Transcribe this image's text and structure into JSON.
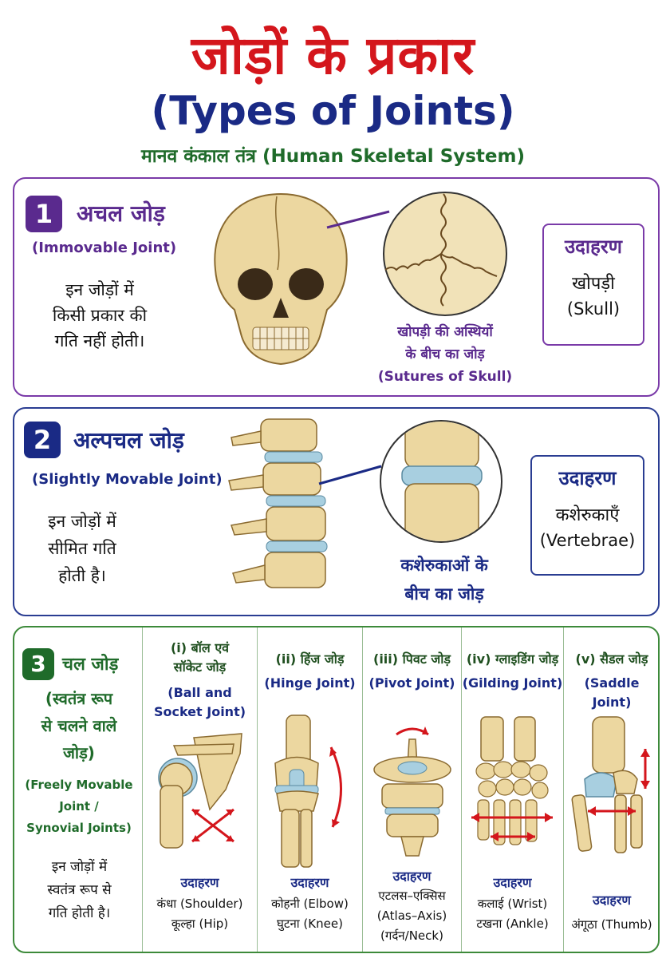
{
  "title": {
    "hindi": "जोड़ों के प्रकार",
    "english": "(Types of Joints)",
    "subtitle": "मानव कंकाल तंत्र (Human Skeletal System)"
  },
  "sections": [
    {
      "number": "1",
      "heading": "अचल जोड़",
      "subheading": "(Immovable Joint)",
      "description": [
        "इन जोड़ों में",
        "किसी प्रकार की",
        "गति नहीं होती।"
      ],
      "caption": [
        "खोपड़ी की अस्थियों",
        "के बीच का जोड़",
        "(Sutures of Skull)"
      ],
      "example_title": "उदाहरण",
      "example_hindi": "खोपड़ी",
      "example_english": "(Skull)"
    },
    {
      "number": "2",
      "heading": "अल्पचल जोड़",
      "subheading": "(Slightly Movable Joint)",
      "description": [
        "इन जोड़ों में",
        "सीमित गति",
        "होती है।"
      ],
      "caption": [
        "कशेरुकाओं के",
        "बीच का जोड़"
      ],
      "example_title": "उदाहरण",
      "example_hindi": "कशेरुकाएँ",
      "example_english": "(Vertebrae)"
    },
    {
      "number": "3",
      "heading": "चल जोड़",
      "heading_lines": [
        "(स्वतंत्र रूप",
        "से चलने वाले",
        "जोड़)"
      ],
      "subheading": [
        "(Freely Movable",
        "Joint /",
        "Synovial Joints)"
      ],
      "description": [
        "इन जोड़ों में",
        "स्वतंत्र रूप से",
        "गति होती है।"
      ],
      "types": [
        {
          "title": [
            "(i) बॉल एवं",
            "सॉकेट जोड़"
          ],
          "english": [
            "(Ball and",
            "Socket Joint)"
          ],
          "example_title": "उदाहरण",
          "examples": [
            "कंधा (Shoulder)",
            "कूल्हा (Hip)"
          ]
        },
        {
          "title": [
            "(ii) हिंज जोड़"
          ],
          "english": [
            "(Hinge Joint)"
          ],
          "example_title": "उदाहरण",
          "examples": [
            "कोहनी (Elbow)",
            "घुटना (Knee)"
          ]
        },
        {
          "title": [
            "(iii) पिवट जोड़"
          ],
          "english": [
            "(Pivot Joint)"
          ],
          "example_title": "उदाहरण",
          "examples": [
            "एटलस–एक्सिस",
            "(Atlas–Axis)",
            "(गर्दन/Neck)"
          ]
        },
        {
          "title": [
            "(iv) ग्लाइडिंग जोड़"
          ],
          "english": [
            "(Gilding Joint)"
          ],
          "example_title": "उदाहरण",
          "examples": [
            "कलाई (Wrist)",
            "टखना (Ankle)"
          ]
        },
        {
          "title": [
            "(v) सैडल जोड़"
          ],
          "english": [
            "(Saddle Joint)"
          ],
          "example_title": "उदाहरण",
          "examples": [
            "अंगूठा (Thumb)"
          ]
        }
      ]
    }
  ],
  "colors": {
    "title_red": "#d4161c",
    "navy": "#1a2a85",
    "purple": "#5a2a8e",
    "green": "#1f6b2a",
    "bone": "#ecd7a0",
    "cartilage": "#a8cfe0",
    "arrow": "#d4161c"
  },
  "icons": [
    "skull-illustration",
    "suture-zoom",
    "spine-illustration",
    "disc-zoom",
    "shoulder-joint",
    "knee-joint",
    "pivot-joint",
    "wrist-joint",
    "thumb-joint"
  ]
}
